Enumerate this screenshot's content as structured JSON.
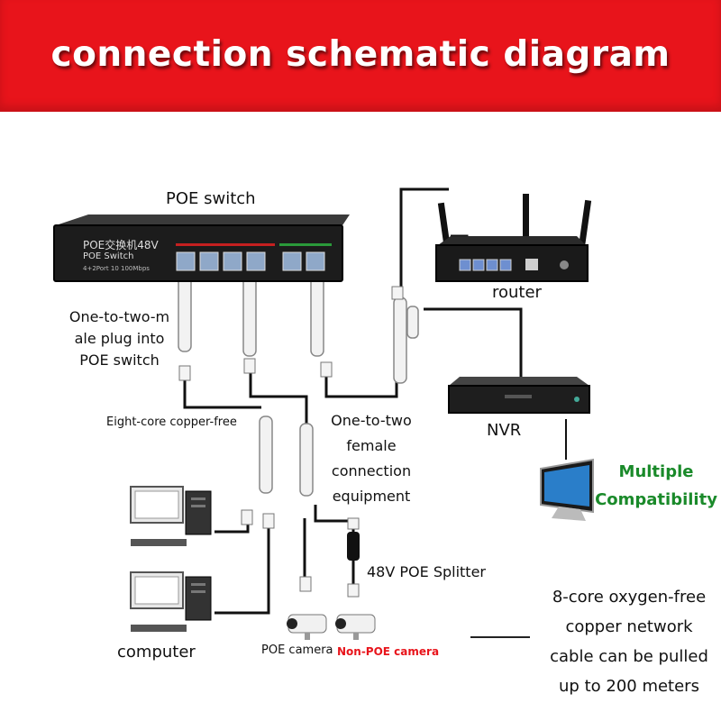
{
  "title": "connection schematic diagram",
  "labels": {
    "poe_switch": "POE switch",
    "switch_face_line1": "POE交换机48V",
    "switch_face_line2": "POE Switch",
    "switch_face_line3": "4+2Port 10 100Mbps",
    "router": "router",
    "nvr": "NVR",
    "one_to_two_male": [
      "One-to-two-m",
      "ale plug into",
      "POE switch"
    ],
    "eight_core": "Eight-core copper-free",
    "one_to_two_female": [
      "One-to-two",
      "female",
      "connection",
      "equipment"
    ],
    "multiple_compat": [
      "Multiple",
      "Compatibility"
    ],
    "splitter": "48V POE Splitter",
    "computer": "computer",
    "poe_camera": "POE camera",
    "non_poe_camera": "Non-POE camera",
    "cable_note": [
      "8-core oxygen-free",
      "copper network",
      "cable can be pulled",
      "up to 200 meters"
    ]
  },
  "colors": {
    "banner": "#e8141b",
    "accent_green": "#1a8a2a",
    "accent_red": "#e8141b"
  }
}
